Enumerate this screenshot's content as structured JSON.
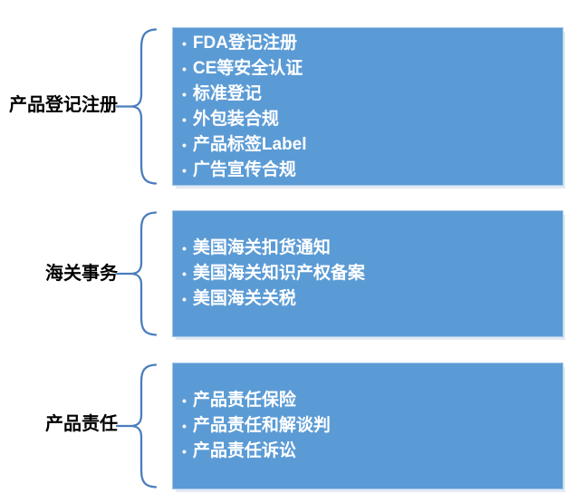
{
  "diagram": {
    "bullet_char": "•",
    "colors": {
      "box_fill": "#5B9BD5",
      "box_border": "#A3C6E8",
      "brace_stroke": "#4A7EBB",
      "box_text": "#FFFFFF",
      "label_text": "#000000"
    },
    "sections": [
      {
        "label": "产品登记注册",
        "items": [
          "FDA登记注册",
          "CE等安全认证",
          "标准登记",
          "外包装合规",
          "产品标签Label",
          "广告宣传合规"
        ]
      },
      {
        "label": "海关事务",
        "items": [
          "美国海关扣货通知",
          "美国海关知识产权备案",
          "美国海关关税"
        ]
      },
      {
        "label": "产品责任",
        "items": [
          "产品责任保险",
          "产品责任和解谈判",
          "产品责任诉讼"
        ]
      }
    ]
  }
}
